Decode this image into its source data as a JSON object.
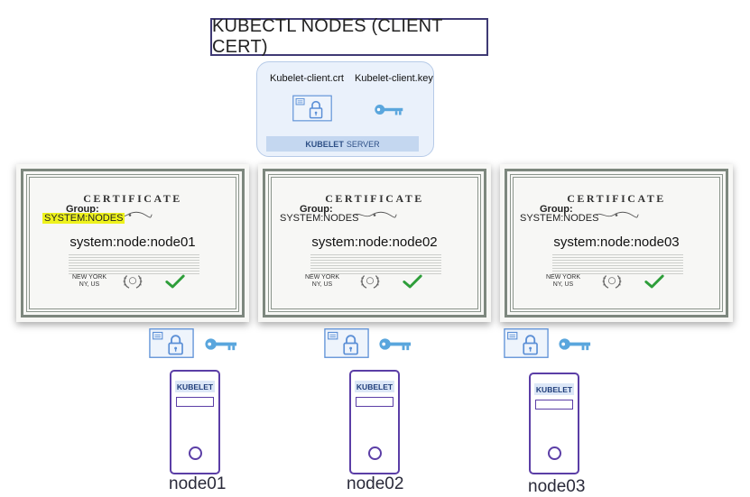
{
  "title": "KUBECTL NODES (CLIENT CERT)",
  "server": {
    "crt_label": "Kubelet-client.crt",
    "key_label": "Kubelet-client.key",
    "bar_bold": "KUBELET",
    "bar_thin": "SERVER"
  },
  "certificates": [
    {
      "heading": "CERTIFICATE",
      "group_label": "Group:",
      "group_value": "SYSTEM:NODES",
      "subject": "system:node:node01",
      "city": "NEW YORK",
      "region": "NY, US",
      "highlighted": true
    },
    {
      "heading": "CERTIFICATE",
      "group_label": "Group:",
      "group_value": "SYSTEM:NODES",
      "subject": "system:node:node02",
      "city": "NEW YORK",
      "region": "NY, US",
      "highlighted": false
    },
    {
      "heading": "CERTIFICATE",
      "group_label": "Group:",
      "group_value": "SYSTEM:NODES",
      "subject": "system:node:node03",
      "city": "NEW YORK",
      "region": "NY, US",
      "highlighted": false
    }
  ],
  "nodes": [
    {
      "badge": "KUBELET",
      "name": "node01"
    },
    {
      "badge": "KUBELET",
      "name": "node02"
    },
    {
      "badge": "KUBELET",
      "name": "node03"
    }
  ],
  "colors": {
    "accent": "#5b3ea6",
    "highlight": "#eef21c",
    "check": "#2e9e3a",
    "key": "#5aa6dd"
  }
}
